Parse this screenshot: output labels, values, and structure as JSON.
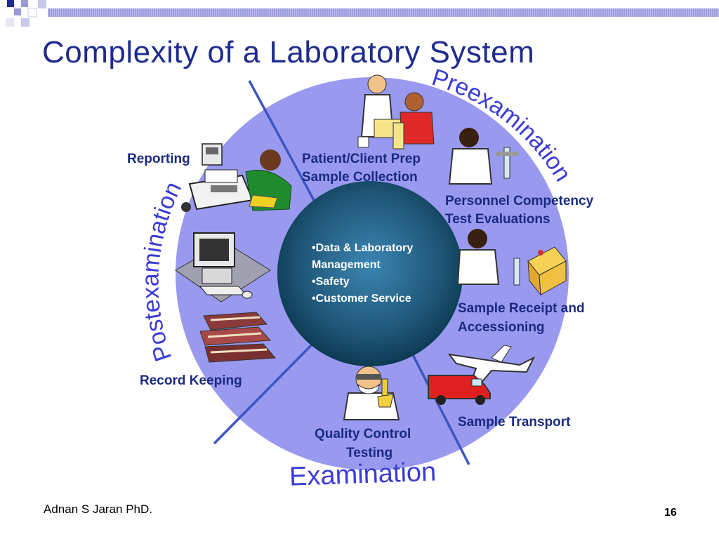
{
  "slide": {
    "title": "Complexity of a Laboratory System",
    "footer_author": "Adnan S Jaran PhD.",
    "page_number": "16"
  },
  "phases": {
    "pre": "Preexamination",
    "exam": "Examination",
    "post": "Postexamination"
  },
  "labels": {
    "reporting": "Reporting",
    "patient_prep": "Patient/Client Prep",
    "sample_collection": "Sample Collection",
    "personnel_competency": "Personnel Competency",
    "test_evaluations": "Test Evaluations",
    "sample_receipt": "Sample Receipt and",
    "accessioning": "Accessioning",
    "sample_transport": "Sample Transport",
    "quality_control": "Quality Control",
    "testing": "Testing",
    "record_keeping": "Record Keeping"
  },
  "center": {
    "items": [
      "•Data & Laboratory",
      "Management",
      "•Safety",
      "•Customer Service"
    ]
  },
  "colors": {
    "title": "#1f2b8f",
    "outer_circle": "#9999f0",
    "inner_circle_edge": "#10465e",
    "inner_circle_core": "#2e6f96",
    "divider": "#3d56c0",
    "phase_text": "#3b3bd6"
  },
  "icons": [
    "fax-phone-person-icon",
    "nurse-patient-icon",
    "lab-technician-icon",
    "technician-box-icon",
    "computer-icon",
    "books-icon",
    "airplane-icon",
    "van-icon",
    "masked-scientist-icon"
  ]
}
